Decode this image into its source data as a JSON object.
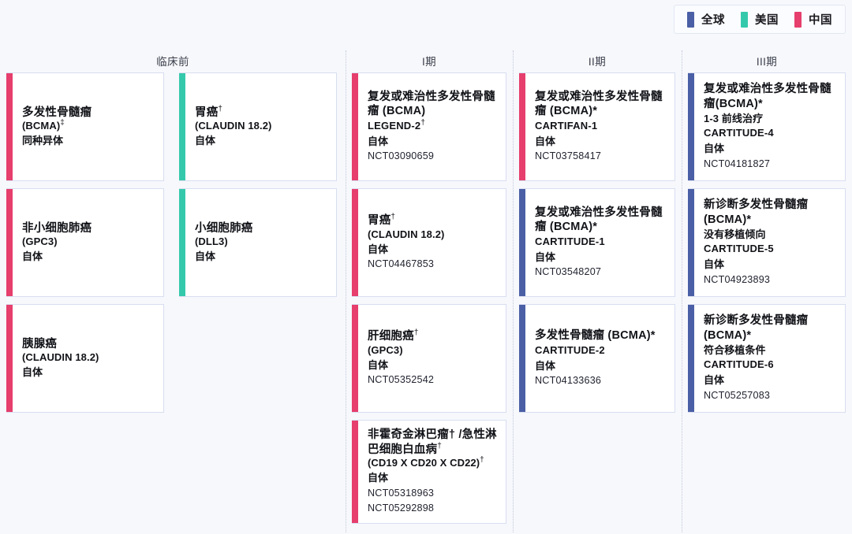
{
  "legend": {
    "items": [
      {
        "label": "全球",
        "color": "#4a5fa5",
        "name": "legend-global"
      },
      {
        "label": "美国",
        "color": "#35c9ac",
        "name": "legend-us"
      },
      {
        "label": "中国",
        "color": "#e63e6d",
        "name": "legend-china"
      }
    ]
  },
  "columns": [
    {
      "header": "临床前"
    },
    {
      "header": "I期"
    },
    {
      "header": "II期"
    },
    {
      "header": "III期"
    }
  ],
  "colors": {
    "global": "#4a5fa5",
    "us": "#35c9ac",
    "china": "#e63e6d",
    "background": "#f7f8fc",
    "card_bg": "#ffffff",
    "card_border": "#d8def0",
    "separator": "#c2c8da"
  },
  "preclinical": [
    [
      {
        "region": "china",
        "disease": "多发性骨髓瘤",
        "disease_sup": "",
        "target": "(BCMA)",
        "target_sup": "‡",
        "source": "同种异体"
      },
      {
        "region": "us",
        "disease": "胃癌",
        "disease_sup": "†",
        "target": "(CLAUDIN 18.2)",
        "target_sup": "",
        "source": "自体"
      }
    ],
    [
      {
        "region": "china",
        "disease": "非小细胞肺癌",
        "disease_sup": "",
        "target": "(GPC3)",
        "target_sup": "",
        "source": "自体"
      },
      {
        "region": "us",
        "disease": "小细胞肺癌",
        "disease_sup": "",
        "target": "(DLL3)",
        "target_sup": "",
        "source": "自体"
      }
    ],
    [
      {
        "region": "china",
        "disease": "胰腺癌",
        "disease_sup": "",
        "target": "(CLAUDIN 18.2)",
        "target_sup": "",
        "source": "自体"
      }
    ]
  ],
  "phase1": [
    {
      "region": "china",
      "disease": "复发或难治性多发性骨髓瘤 (BCMA)",
      "disease_sup": "",
      "target": "",
      "target_sup": "",
      "trial": "LEGEND-2",
      "trial_sup": "†",
      "source": "自体",
      "ncts": [
        "NCT03090659"
      ]
    },
    {
      "region": "china",
      "disease": "胃癌",
      "disease_sup": "†",
      "target": "(CLAUDIN 18.2)",
      "target_sup": "",
      "trial": "",
      "trial_sup": "",
      "source": "自体",
      "ncts": [
        "NCT04467853"
      ]
    },
    {
      "region": "china",
      "disease": "肝细胞癌",
      "disease_sup": "†",
      "target": "(GPC3)",
      "target_sup": "",
      "trial": "",
      "trial_sup": "",
      "source": "自体",
      "ncts": [
        "NCT05352542"
      ]
    },
    {
      "region": "china",
      "disease": "非霍奇金淋巴瘤† /急性淋巴细胞白血病",
      "disease_sup": "†",
      "target": "(CD19 X CD20 X CD22)",
      "target_sup": "†",
      "trial": "",
      "trial_sup": "",
      "source": "自体",
      "ncts": [
        "NCT05318963",
        "NCT05292898"
      ]
    }
  ],
  "phase2": [
    {
      "region": "china",
      "disease": "复发或难治性多发性骨髓瘤 (BCMA)*",
      "disease_sup": "",
      "target": "",
      "target_sup": "",
      "trial": "CARTIFAN-1",
      "trial_sup": "",
      "source": "自体",
      "ncts": [
        "NCT03758417"
      ]
    },
    {
      "region": "global",
      "disease": "复发或难治性多发性骨髓瘤 (BCMA)*",
      "disease_sup": "",
      "target": "",
      "target_sup": "",
      "trial": "CARTITUDE-1",
      "trial_sup": "",
      "source": "自体",
      "ncts": [
        "NCT03548207"
      ]
    },
    {
      "region": "global",
      "disease": "多发性骨髓瘤 (BCMA)*",
      "disease_sup": "",
      "target": "",
      "target_sup": "",
      "trial": "CARTITUDE-2",
      "trial_sup": "",
      "source": "自体",
      "ncts": [
        "NCT04133636"
      ]
    }
  ],
  "phase3": [
    {
      "region": "global",
      "disease": "复发或难治性多发性骨髓瘤(BCMA)*",
      "disease_sup": "",
      "target": "",
      "target_sup": "",
      "line": "1-3 前线治疗",
      "trial": "CARTITUDE-4",
      "trial_sup": "",
      "source": "自体",
      "ncts": [
        "NCT04181827"
      ]
    },
    {
      "region": "global",
      "disease": "新诊断多发性骨髓瘤 (BCMA)*",
      "disease_sup": "",
      "target": "",
      "target_sup": "",
      "line": "没有移植倾向",
      "trial": "CARTITUDE-5",
      "trial_sup": "",
      "source": "自体",
      "ncts": [
        "NCT04923893"
      ]
    },
    {
      "region": "global",
      "disease": "新诊断多发性骨髓瘤 (BCMA)*",
      "disease_sup": "",
      "target": "",
      "target_sup": "",
      "line": "符合移植条件",
      "trial": "CARTITUDE-6",
      "trial_sup": "",
      "source": "自体",
      "ncts": [
        "NCT05257083"
      ]
    }
  ]
}
